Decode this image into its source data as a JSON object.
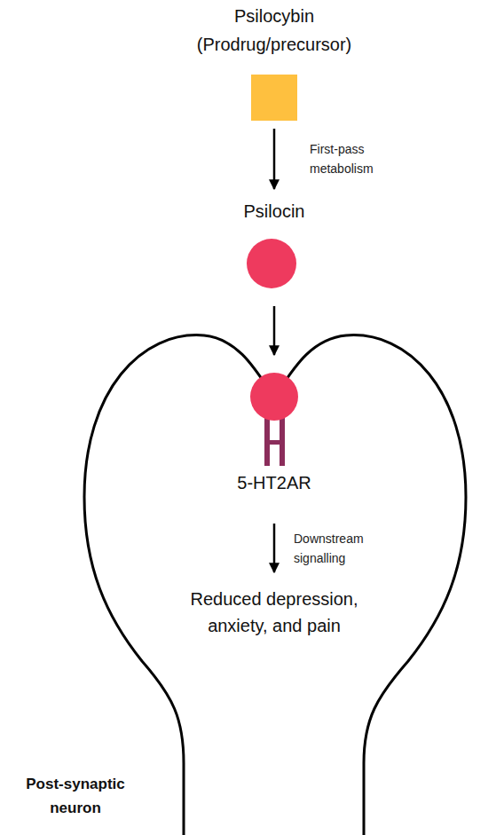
{
  "diagram": {
    "nodes": [
      {
        "text": [
          "Psilocybin (Prodrug/precursor)"
        ]
      },
      {
        "text": [
          "Psilocin"
        ]
      },
      {
        "text": [
          "Post-synaptic neuron"
        ]
      },
      {
        "text": [
          "5-HT2AR"
        ],
        "in": 2
      },
      {
        "text": [
          "Reduced depression, anxiety, and pain"
        ],
        "in": 2
      }
    ],
    "edges": [
      {
        "from": 0,
        "to": 1,
        "label": "First-pass metabolism",
        "arrow": "to"
      },
      {
        "from": 1,
        "to": 3,
        "arrow": "to"
      },
      {
        "from": 3,
        "to": 4,
        "label": "Downstream signalling",
        "arrow": "to"
      }
    ]
  }
}
